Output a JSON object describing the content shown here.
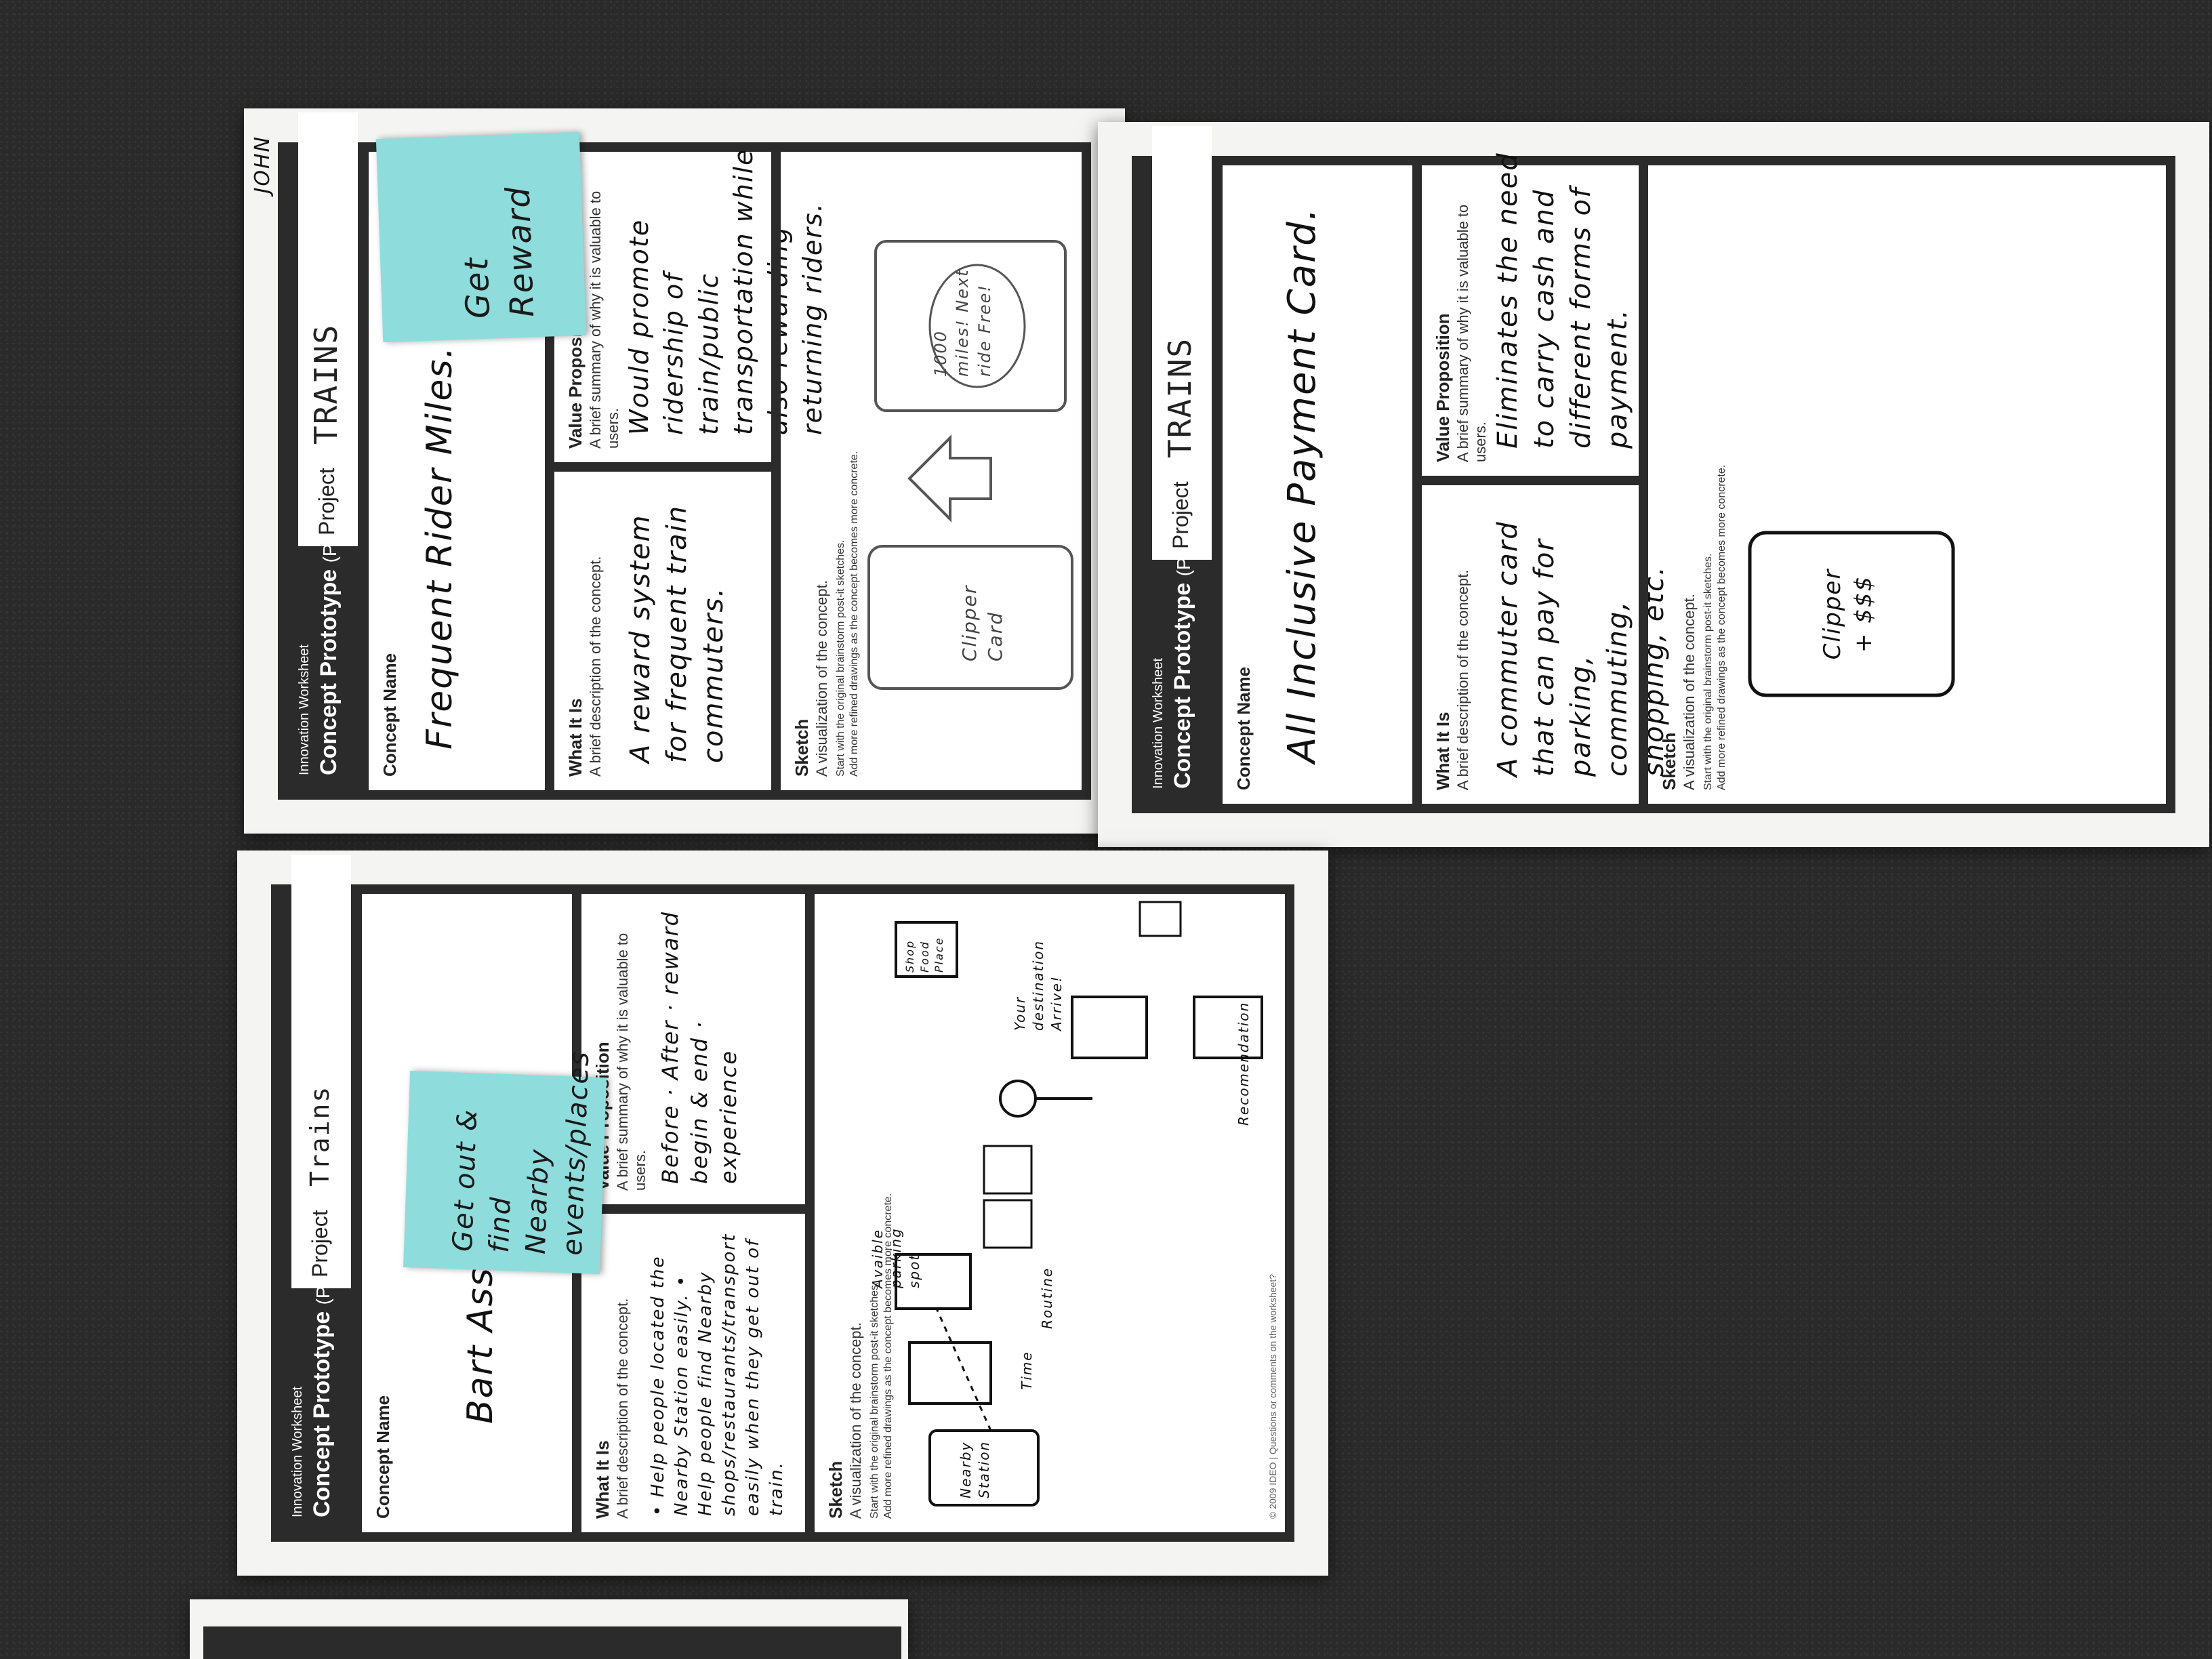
{
  "template": {
    "worksheet_label": "Innovation Worksheet",
    "title": "Concept Prototype",
    "page": "(Page 1)",
    "project_label": "Project",
    "concept_name_label": "Concept Name",
    "what_label": "What It Is",
    "what_desc": "A brief description of the concept.",
    "value_label": "Value Proposition",
    "value_desc": "A brief summary of why it is valuable to users.",
    "sketch_label": "Sketch",
    "sketch_desc": "A visualization of the concept.",
    "sketch_note1": "Start with the original brainstorm post-it sketches.",
    "sketch_note2": "Add more refined drawings as the concept becomes more concrete.",
    "logo": "IDEO"
  },
  "sheets": [
    {
      "author": "JOHN",
      "project": "TRAINS",
      "concept_name": "Frequent Rider Miles.",
      "what_it_is": "A reward system for frequent train commuters.",
      "value_prop": "Would promote ridership of train/public transportation while also rewarding returning riders.",
      "sticky": "Get Reward",
      "sketch_labels": [
        "Clipper Card",
        "1000 miles! Next ride Free!"
      ]
    },
    {
      "project": "TRAINS",
      "concept_name": "All Inclusive Payment Card.",
      "what_it_is": "A commuter card that can pay for parking, commuting, shopping, etc.",
      "value_prop": "Eliminates the need to carry cash and different forms of payment.",
      "sketch_labels": [
        "Clipper + $$$"
      ]
    },
    {
      "project": "Trains",
      "concept_name": "Bart Assistant",
      "what_it_is": "• Help people located the Nearby Station easily. • Help people find Nearby shops/restaurants/transport easily when they get out of train.",
      "value_prop": "Before · After · reward begin & end · experience",
      "sticky": "Get out & find Nearby events/places",
      "sketch_labels": [
        "Nearby Station",
        "Avaible parking spot",
        "Time",
        "Routine",
        "Your destination Arrive!",
        "Shop Food Place",
        "Recomendation"
      ]
    }
  ]
}
